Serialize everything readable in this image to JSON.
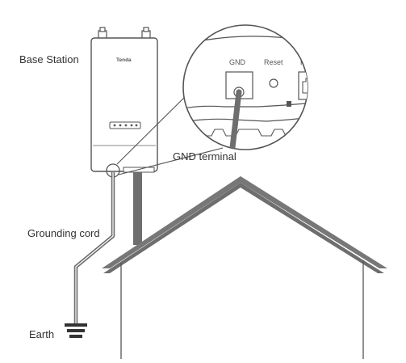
{
  "labels": {
    "base_station": "Base Station",
    "gnd_terminal": "GND terminal",
    "grounding_cord": "Grounding cord",
    "earth": "Earth"
  },
  "device": {
    "brand": "Tenda"
  },
  "zoom_panel": {
    "gnd": "GND",
    "reset": "Reset",
    "poe": "PoE/"
  },
  "colors": {
    "line": "#555555",
    "cable": "#6e6e6e",
    "ground_symbol": "#333333",
    "text": "#333333"
  },
  "icons": [
    "earth-ground-icon",
    "led-indicator-icon",
    "antenna-connector-icon"
  ]
}
